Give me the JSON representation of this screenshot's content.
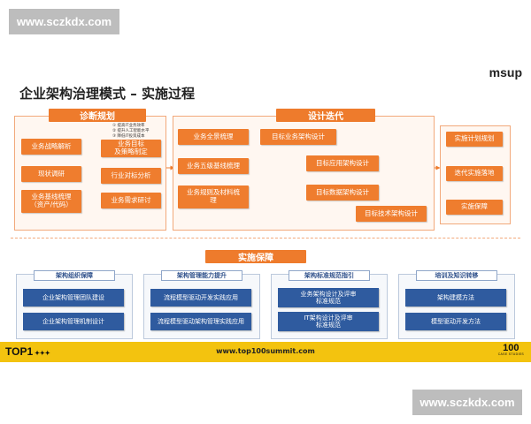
{
  "watermarks": {
    "top": "www.sczkdx.com",
    "bottom": "www.sczkdx.com"
  },
  "slide": {
    "logo": "msup",
    "title": "企业架构治理模式 – 实施过程",
    "diagnosis": {
      "header": "诊断规划",
      "notes": [
        "① 提高IT业务效率",
        "② 提升人工智能水平",
        "③ 降低IT投资成本"
      ],
      "left_boxes": [
        "业务战略解析",
        "现状调研",
        "业务基线梳理\n（资产/代码）"
      ],
      "right_boxes": [
        "业务目标\n及策略制定",
        "行业对标分析",
        "业务需求研讨"
      ]
    },
    "design": {
      "header": "设计迭代",
      "left_boxes": [
        "业务全景梳理",
        "业务五级基线梳理",
        "业务规则及材料梳\n理"
      ],
      "flow": [
        "目标业务架构设计",
        "目标应用架构设计",
        "目标数据架构设计",
        "目标技术架构设计"
      ]
    },
    "implementation": {
      "boxes": [
        "实施计划规划",
        "迭代实施落地",
        "实施保障"
      ]
    },
    "support": {
      "header": "实施保障",
      "groups": [
        {
          "header": "架构组织保障",
          "items": [
            "企业架构管理团队建设",
            "企业架构管理机制设计"
          ]
        },
        {
          "header": "架构管理能力提升",
          "items": [
            "流程模型驱动开发实践应用",
            "流程模型驱动架构管理实践应用"
          ]
        },
        {
          "header": "架构标准规范指引",
          "items": [
            "业务架构设计及评审\n标准规范",
            "IT架构设计及评审\n标准规范"
          ]
        },
        {
          "header": "培训及知识转移",
          "items": [
            "架构建模方法",
            "模型驱动开发方法"
          ]
        }
      ]
    },
    "footer": {
      "left": "TOP1",
      "url": "www.top100summit.com",
      "right": "100",
      "right_sub": "CASE STUDIES"
    }
  },
  "colors": {
    "orange": "#ef7d2e",
    "blue": "#2f5b9f",
    "footer": "#f3c30f"
  }
}
